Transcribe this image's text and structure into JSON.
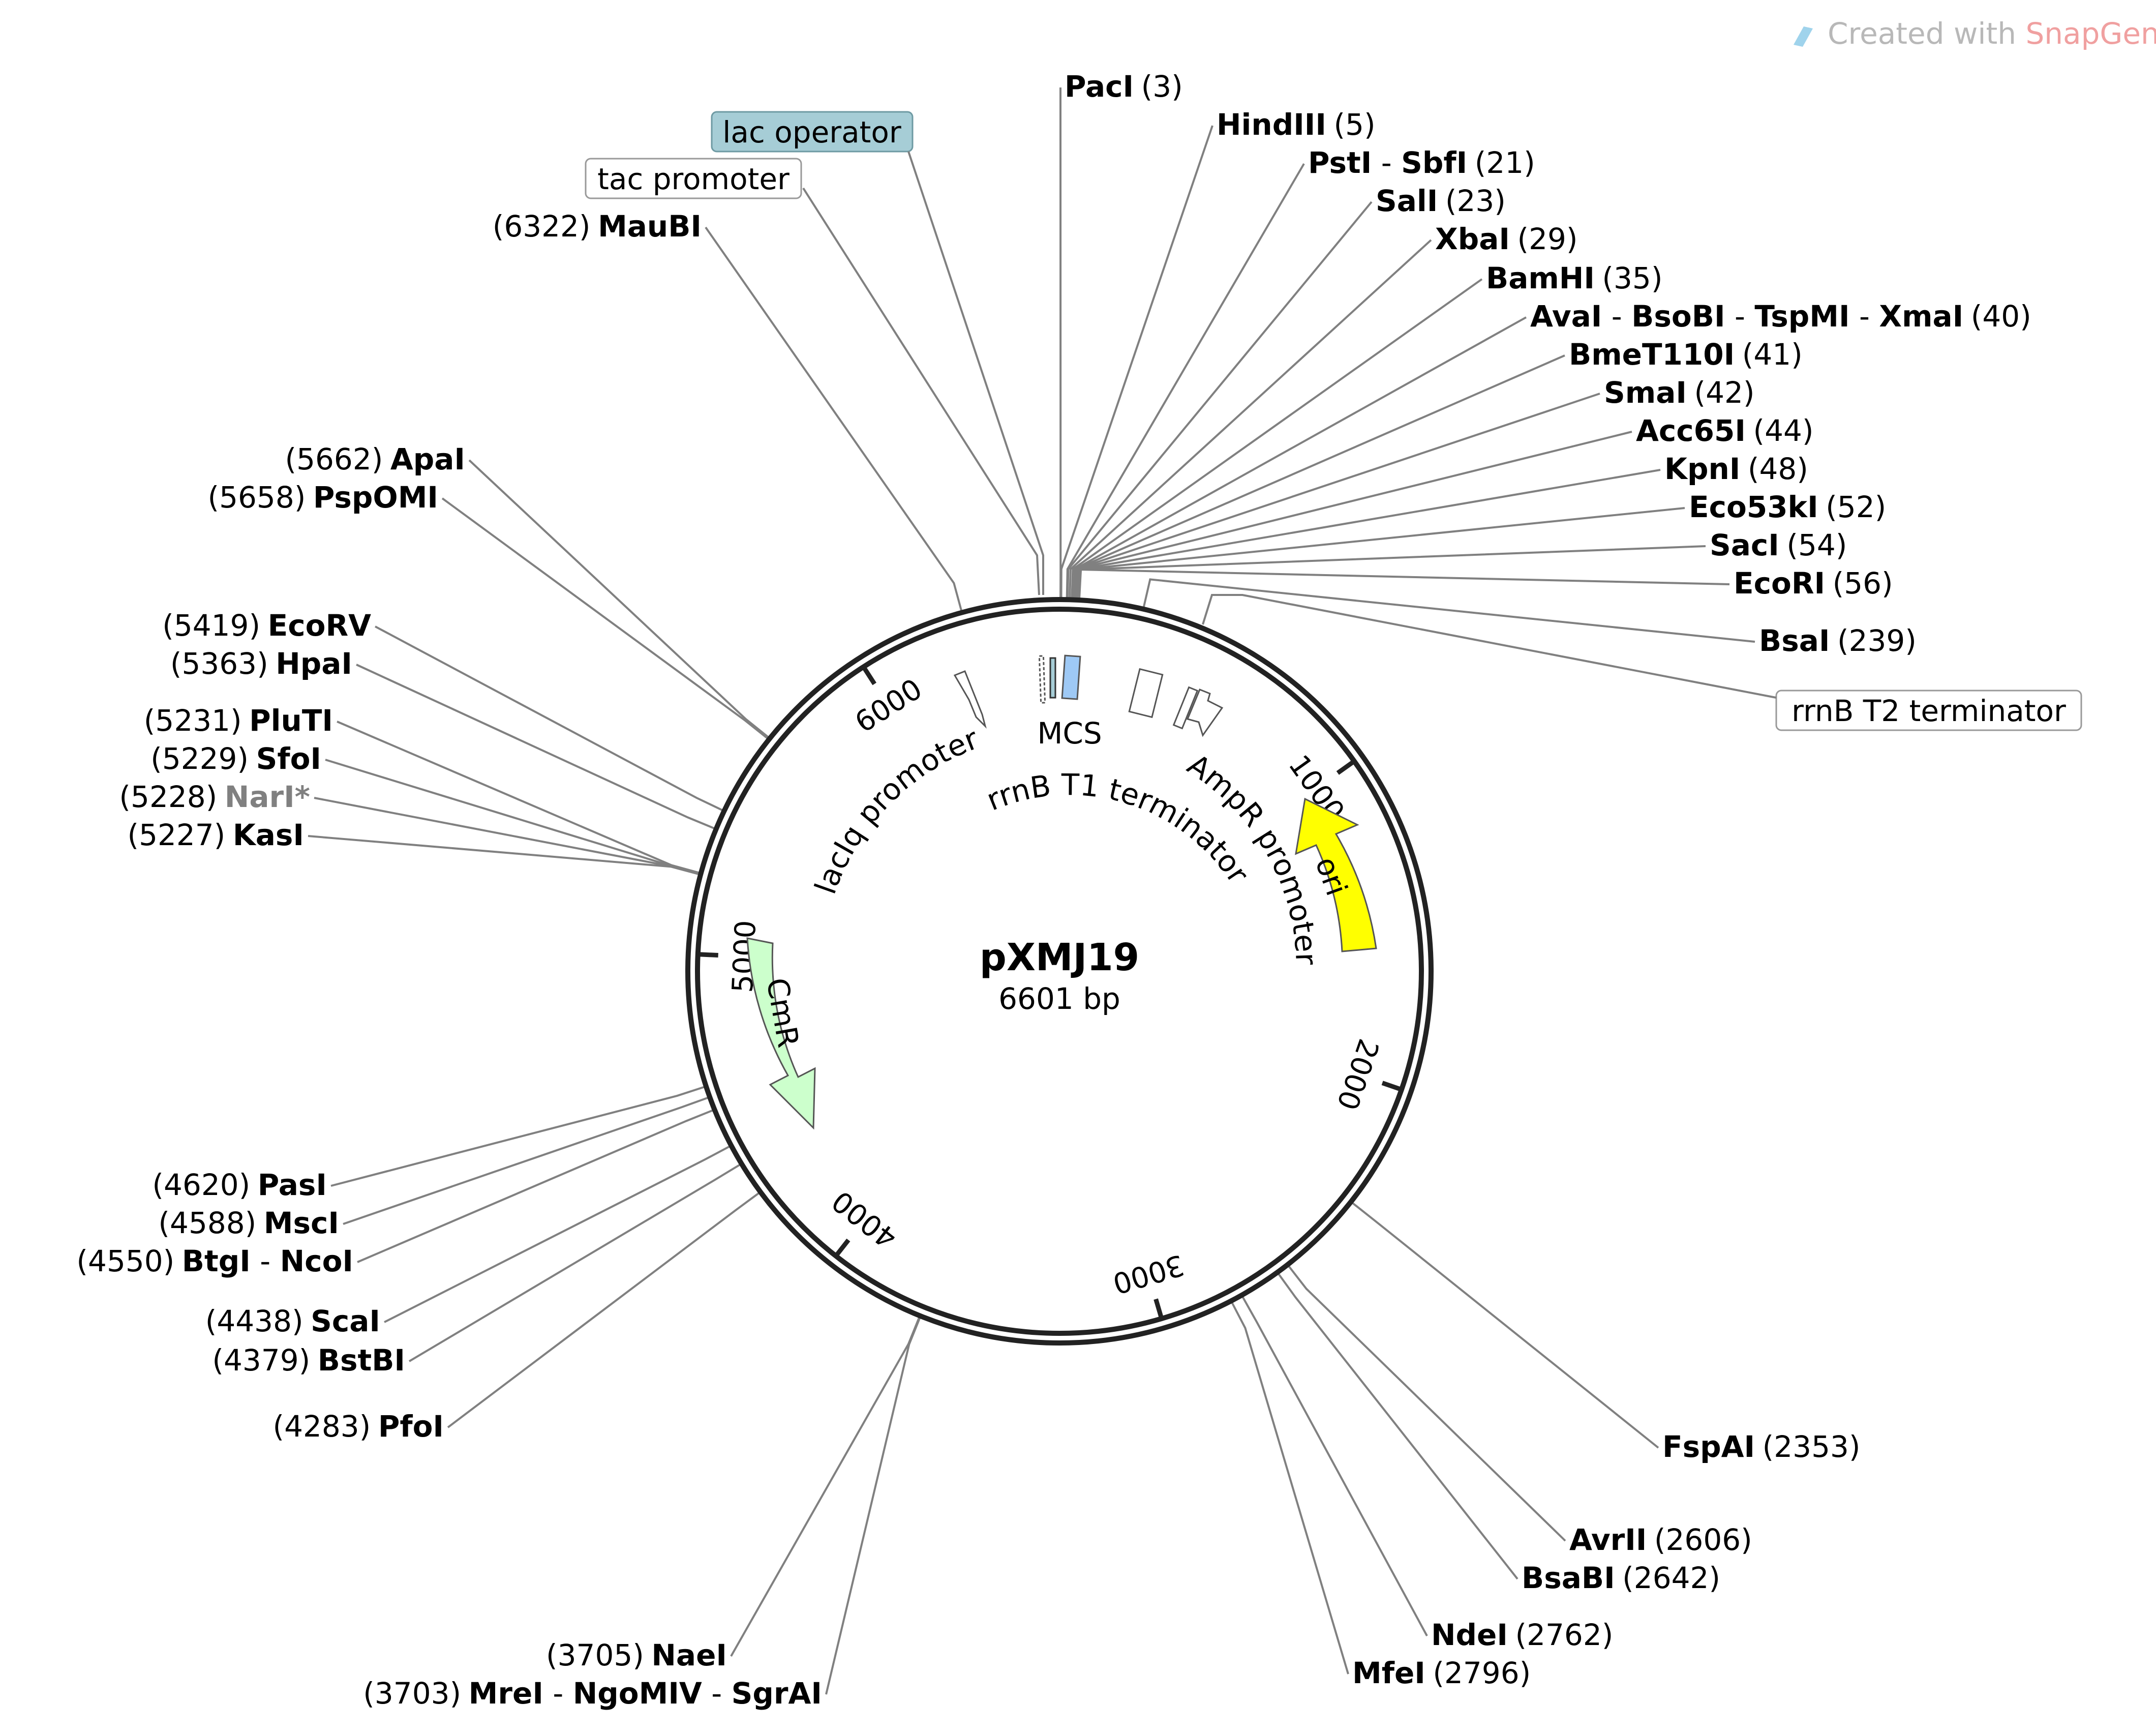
{
  "credit": {
    "prefix": "Created with ",
    "brand": "SnapGene",
    "mark": "®"
  },
  "plasmid": {
    "name": "pXMJ19",
    "size_label": "6601 bp",
    "length": 6601
  },
  "ticks": [
    "1000",
    "2000",
    "3000",
    "4000",
    "5000",
    "6000"
  ],
  "sites": [
    {
      "id": "paci",
      "names": [
        "PacI"
      ],
      "pos": "(3)",
      "bp": 3
    },
    {
      "id": "hindiii",
      "names": [
        "HindIII"
      ],
      "pos": "(5)",
      "bp": 5
    },
    {
      "id": "psti",
      "names": [
        "PstI",
        "SbfI"
      ],
      "pos": "(21)",
      "bp": 21
    },
    {
      "id": "sali",
      "names": [
        "SalI"
      ],
      "pos": "(23)",
      "bp": 23
    },
    {
      "id": "xbai",
      "names": [
        "XbaI"
      ],
      "pos": "(29)",
      "bp": 29
    },
    {
      "id": "bamhi",
      "names": [
        "BamHI"
      ],
      "pos": "(35)",
      "bp": 35
    },
    {
      "id": "avai",
      "names": [
        "AvaI",
        "BsoBI",
        "TspMI",
        "XmaI"
      ],
      "pos": "(40)",
      "bp": 40
    },
    {
      "id": "bmet110i",
      "names": [
        "BmeT110I"
      ],
      "pos": "(41)",
      "bp": 41
    },
    {
      "id": "smai",
      "names": [
        "SmaI"
      ],
      "pos": "(42)",
      "bp": 42
    },
    {
      "id": "acc65i",
      "names": [
        "Acc65I"
      ],
      "pos": "(44)",
      "bp": 44
    },
    {
      "id": "kpni",
      "names": [
        "KpnI"
      ],
      "pos": "(48)",
      "bp": 48
    },
    {
      "id": "eco53ki",
      "names": [
        "Eco53kI"
      ],
      "pos": "(52)",
      "bp": 52
    },
    {
      "id": "saci",
      "names": [
        "SacI"
      ],
      "pos": "(54)",
      "bp": 54
    },
    {
      "id": "ecori",
      "names": [
        "EcoRI"
      ],
      "pos": "(56)",
      "bp": 56
    },
    {
      "id": "bsai",
      "names": [
        "BsaI"
      ],
      "pos": "(239)",
      "bp": 239
    },
    {
      "id": "fspai",
      "names": [
        "FspAI"
      ],
      "pos": "(2353)",
      "bp": 2353
    },
    {
      "id": "avrii",
      "names": [
        "AvrII"
      ],
      "pos": "(2606)",
      "bp": 2606
    },
    {
      "id": "bsabi",
      "names": [
        "BsaBI"
      ],
      "pos": "(2642)",
      "bp": 2642
    },
    {
      "id": "ndei",
      "names": [
        "NdeI"
      ],
      "pos": "(2762)",
      "bp": 2762
    },
    {
      "id": "mfei",
      "names": [
        "MfeI"
      ],
      "pos": "(2796)",
      "bp": 2796
    },
    {
      "id": "naei",
      "names": [
        "NaeI"
      ],
      "pos": "(3705)",
      "bp": 3705
    },
    {
      "id": "mrei",
      "names": [
        "MreI",
        "NgoMIV",
        "SgrAI"
      ],
      "pos": "(3703)",
      "bp": 3703
    },
    {
      "id": "pfoi",
      "names": [
        "PfoI"
      ],
      "pos": "(4283)",
      "bp": 4283
    },
    {
      "id": "bstbi",
      "names": [
        "BstBI"
      ],
      "pos": "(4379)",
      "bp": 4379
    },
    {
      "id": "scai",
      "names": [
        "ScaI"
      ],
      "pos": "(4438)",
      "bp": 4438
    },
    {
      "id": "btgi",
      "names": [
        "BtgI",
        "NcoI"
      ],
      "pos": "(4550)",
      "bp": 4550
    },
    {
      "id": "msci",
      "names": [
        "MscI"
      ],
      "pos": "(4588)",
      "bp": 4588
    },
    {
      "id": "pasi",
      "names": [
        "PasI"
      ],
      "pos": "(4620)",
      "bp": 4620
    },
    {
      "id": "kasi",
      "names": [
        "KasI"
      ],
      "pos": "(5227)",
      "bp": 5227
    },
    {
      "id": "nari",
      "names": [
        "NarI*"
      ],
      "pos": "(5228)",
      "bp": 5228,
      "dim": true
    },
    {
      "id": "sfoi",
      "names": [
        "SfoI"
      ],
      "pos": "(5229)",
      "bp": 5229
    },
    {
      "id": "pluti",
      "names": [
        "PluTI"
      ],
      "pos": "(5231)",
      "bp": 5231
    },
    {
      "id": "hpai",
      "names": [
        "HpaI"
      ],
      "pos": "(5363)",
      "bp": 5363
    },
    {
      "id": "ecorv",
      "names": [
        "EcoRV"
      ],
      "pos": "(5419)",
      "bp": 5419
    },
    {
      "id": "pspomi",
      "names": [
        "PspOMI"
      ],
      "pos": "(5658)",
      "bp": 5658
    },
    {
      "id": "apai",
      "names": [
        "ApaI"
      ],
      "pos": "(5662)",
      "bp": 5662
    },
    {
      "id": "maubi",
      "names": [
        "MauBI"
      ],
      "pos": "(6322)",
      "bp": 6322
    }
  ],
  "features": [
    {
      "id": "ori",
      "label": "ori",
      "color": "#ffff00"
    },
    {
      "id": "cmr",
      "label": "CmR",
      "color": "#ccffcc"
    },
    {
      "id": "lac-operator",
      "label": "lac operator",
      "color": "#a6cdd6"
    },
    {
      "id": "mcs",
      "label": "MCS",
      "color": "#9ec9f5"
    },
    {
      "id": "tac-promoter",
      "label": "tac promoter",
      "color": "#ffffff"
    },
    {
      "id": "laciq-promoter",
      "label": "lacIq promoter",
      "color": "#ffffff"
    },
    {
      "id": "rrnb-t1",
      "label": "rrnB T1 terminator",
      "color": "#ffffff"
    },
    {
      "id": "ampr-promoter",
      "label": "AmpR promoter",
      "color": "#ffffff"
    },
    {
      "id": "rrnb-t2",
      "label": "rrnB T2 terminator",
      "color": "#ffffff"
    }
  ]
}
